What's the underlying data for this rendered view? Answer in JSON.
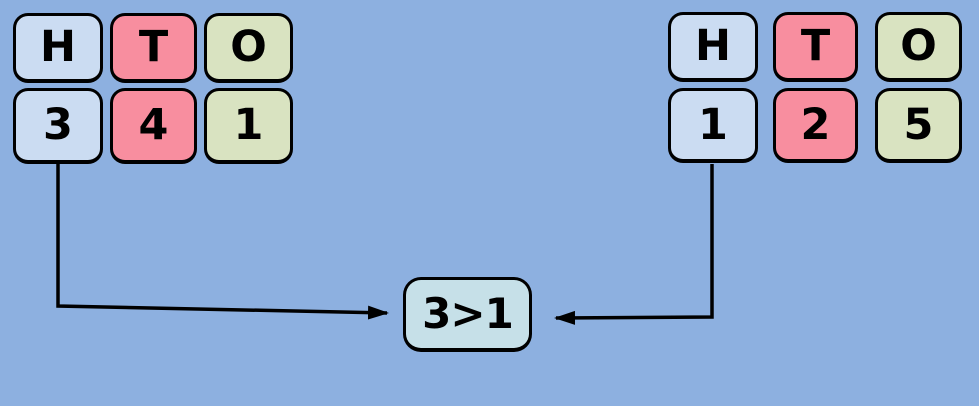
{
  "colors": {
    "background": "#8DB0E0",
    "hundreds_fill": "#CBDCF2",
    "tens_fill": "#F88E9F",
    "ones_fill": "#D9E3C1",
    "comparison_fill": "#C6E0E8",
    "line": "#000000"
  },
  "left_table": {
    "headers": [
      "H",
      "T",
      "O"
    ],
    "digits": [
      "3",
      "4",
      "1"
    ]
  },
  "right_table": {
    "headers": [
      "H",
      "T",
      "O"
    ],
    "digits": [
      "1",
      "2",
      "5"
    ]
  },
  "comparison": {
    "label": "3>1"
  }
}
